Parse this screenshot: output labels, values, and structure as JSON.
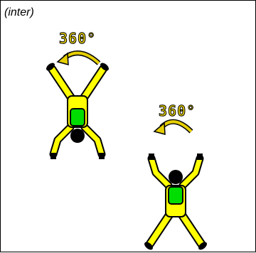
{
  "tag_label": "(inter)",
  "jumpers": [
    {
      "rotation_label": "360°",
      "direction": "counter-clockwise"
    },
    {
      "rotation_label": "360°",
      "direction": "counter-clockwise"
    }
  ],
  "colors": {
    "suit": "#ffff00",
    "harness": "#00dd00",
    "outline": "#000000",
    "label": "#e6cf00",
    "label_outline": "#000000",
    "arrow": "#e6cf00"
  }
}
